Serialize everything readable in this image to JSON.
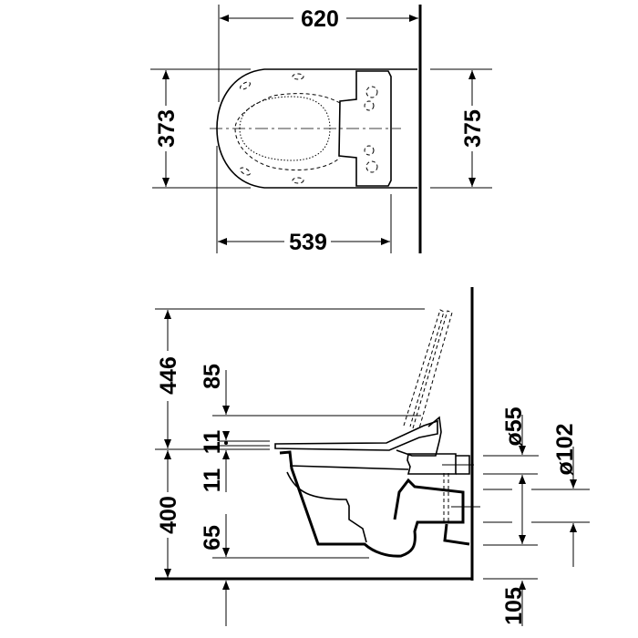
{
  "top_view": {
    "overall_length": "620",
    "width_left": "373",
    "width_right": "375",
    "bowl_length": "539"
  },
  "side_view": {
    "lid_open_height": "446",
    "seat_to_lid_clearance": "85",
    "seat_thickness_upper": "11",
    "seat_thickness_lower": "11",
    "mounting_height": "400",
    "rim_to_bottom": "65",
    "inlet_diameter": "ø55",
    "outlet_diameter": "ø102",
    "floor_to_outlet": "105"
  },
  "colors": {
    "line": "#000000",
    "background": "#ffffff"
  }
}
